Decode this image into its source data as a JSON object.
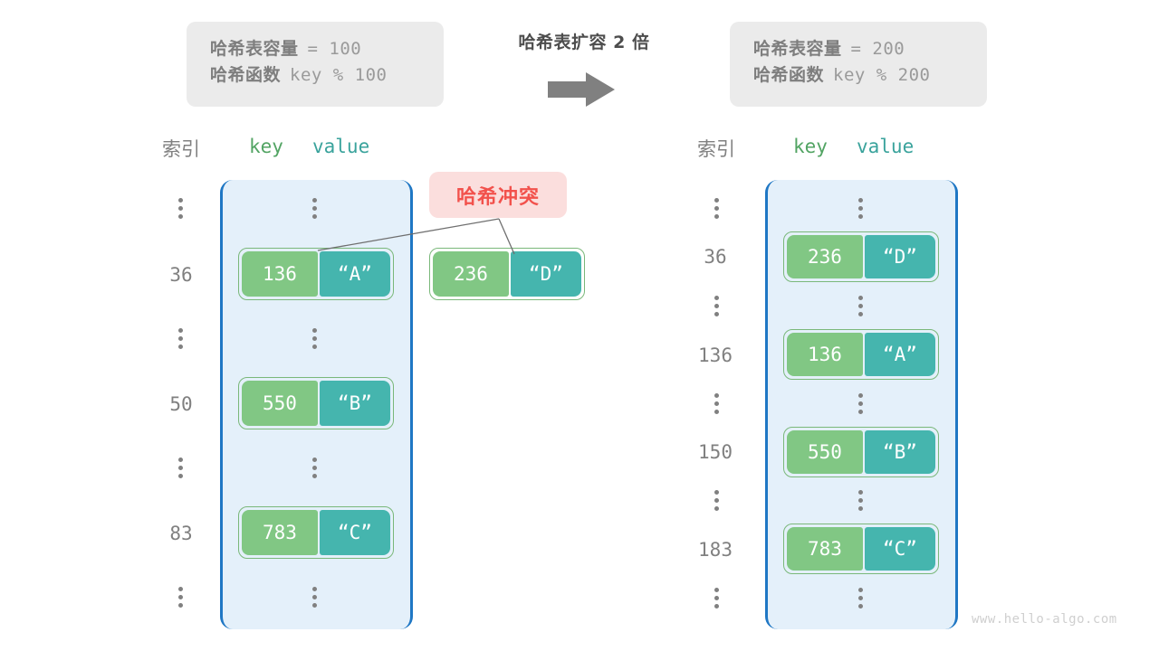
{
  "watermark": "www.hello-algo.com",
  "transition": {
    "title": "哈希表扩容 2 倍",
    "arrow_icon": "right-arrow-icon",
    "arrow_color": "#808080"
  },
  "colors": {
    "array_fill": "#e4f0fa",
    "array_border": "#1f77c4",
    "key_fill": "#81c784",
    "value_fill": "#45b5ae",
    "pair_border": "#7ab87a",
    "badge_bg": "#fbdedd",
    "badge_text": "#f2514c",
    "info_bg": "#ebebeb",
    "muted_text": "#808080"
  },
  "before": {
    "info": {
      "capacity_label": "哈希表容量",
      "capacity_expr": "= 100",
      "hash_label": "哈希函数",
      "hash_expr": "key % 100"
    },
    "headers": {
      "index": "索引",
      "key": "key",
      "value": "value"
    },
    "rows": [
      {
        "type": "ellipsis",
        "index": ""
      },
      {
        "type": "entry",
        "index": "36",
        "key": "136",
        "value": "“A”"
      },
      {
        "type": "ellipsis",
        "index": ""
      },
      {
        "type": "entry",
        "index": "50",
        "key": "550",
        "value": "“B”"
      },
      {
        "type": "ellipsis",
        "index": ""
      },
      {
        "type": "entry",
        "index": "83",
        "key": "783",
        "value": "“C”"
      },
      {
        "type": "ellipsis",
        "index": ""
      }
    ],
    "collision": {
      "badge_label": "哈希冲突",
      "entry": {
        "key": "236",
        "value": "“D”"
      }
    }
  },
  "after": {
    "info": {
      "capacity_label": "哈希表容量",
      "capacity_expr": "= 200",
      "hash_label": "哈希函数",
      "hash_expr": "key % 200"
    },
    "headers": {
      "index": "索引",
      "key": "key",
      "value": "value"
    },
    "rows": [
      {
        "type": "ellipsis",
        "index": ""
      },
      {
        "type": "entry",
        "index": "36",
        "key": "236",
        "value": "“D”"
      },
      {
        "type": "ellipsis",
        "index": ""
      },
      {
        "type": "entry",
        "index": "136",
        "key": "136",
        "value": "“A”"
      },
      {
        "type": "ellipsis",
        "index": ""
      },
      {
        "type": "entry",
        "index": "150",
        "key": "550",
        "value": "“B”"
      },
      {
        "type": "ellipsis",
        "index": ""
      },
      {
        "type": "entry",
        "index": "183",
        "key": "783",
        "value": "“C”"
      },
      {
        "type": "ellipsis",
        "index": ""
      }
    ]
  }
}
